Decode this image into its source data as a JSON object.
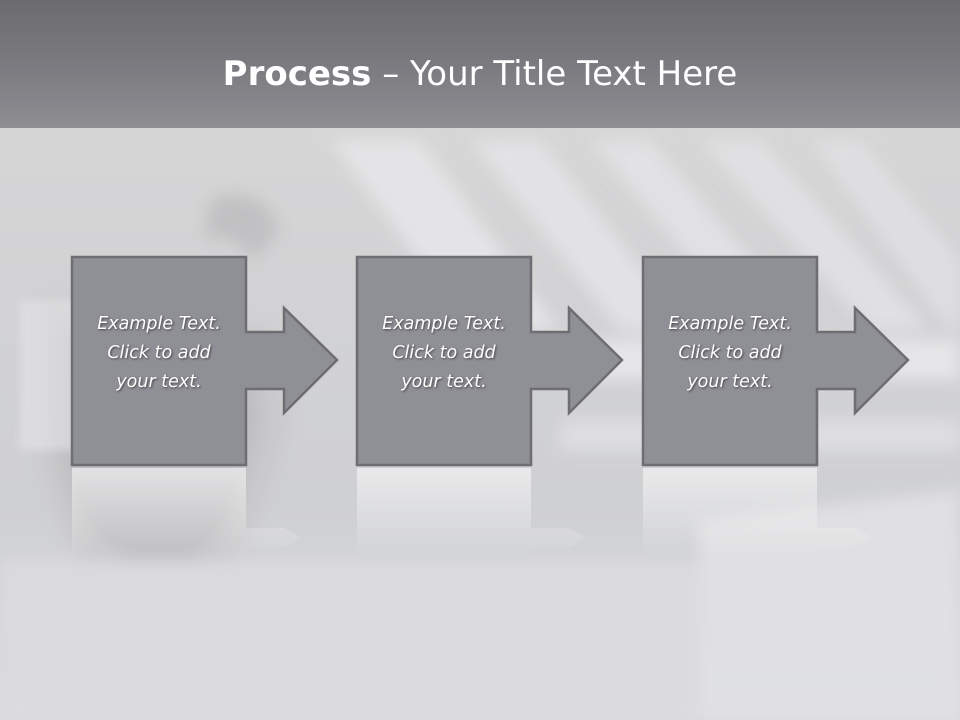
{
  "title": {
    "bold": "Process",
    "dash": " – ",
    "rest": "Your Title Text Here"
  },
  "steps": [
    {
      "line1": "Example Text.",
      "line2": "Click  to add",
      "line3": "your text."
    },
    {
      "line1": "Example Text.",
      "line2": "Click  to add",
      "line3": "your text."
    },
    {
      "line1": "Example Text.",
      "line2": "Click  to add",
      "line3": "your text."
    }
  ],
  "colors": {
    "box_fill": "#8f8f96",
    "box_stroke": "#6d6d72",
    "title_band": "#7a7a7f",
    "title_text": "#ffffff"
  }
}
